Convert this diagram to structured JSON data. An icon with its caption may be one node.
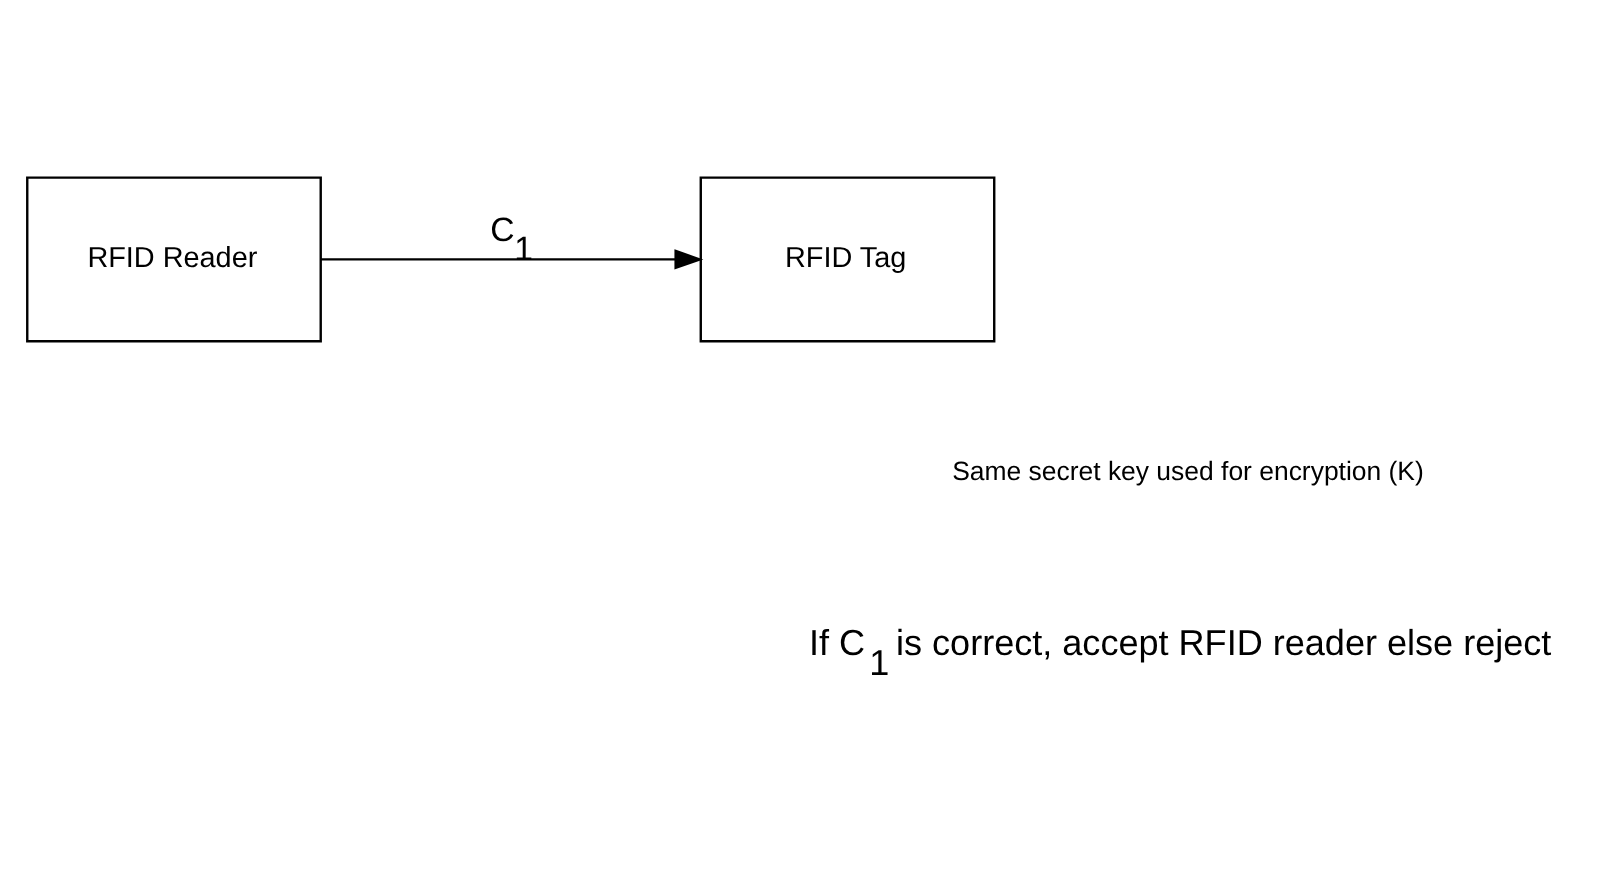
{
  "diagram": {
    "nodes": [
      {
        "text": [
          "RFID Reader"
        ]
      },
      {
        "text": [
          "RFID Tag"
        ]
      }
    ],
    "edges": [
      {
        "from": 0,
        "to": 1,
        "arrow": "to",
        "label": "C$_{1}$"
      }
    ],
    "labels": [
      "Same secret key used for encryption (K)",
      "If C$_{1}$ is correct, accept RFID reader else reject"
    ]
  }
}
